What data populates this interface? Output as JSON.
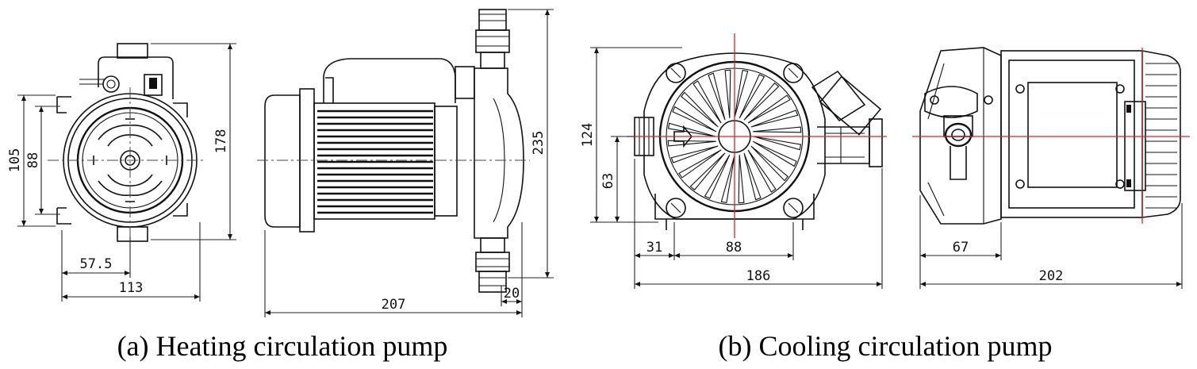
{
  "figure": {
    "heating": {
      "caption": "(a) Heating circulation pump",
      "dims": {
        "height_105": "105",
        "height_88": "88",
        "height_178": "178",
        "height_235": "235",
        "width_57_5": "57.5",
        "width_113": "113",
        "width_207": "207",
        "width_20": "20"
      }
    },
    "cooling": {
      "caption": "(b) Cooling circulation pump",
      "dims": {
        "height_124": "124",
        "height_63": "63",
        "width_31": "31",
        "width_88": "88",
        "width_186": "186",
        "width_67": "67",
        "width_202": "202"
      }
    },
    "colors": {
      "line": "#111111",
      "centerline_red": "#e02020"
    }
  }
}
